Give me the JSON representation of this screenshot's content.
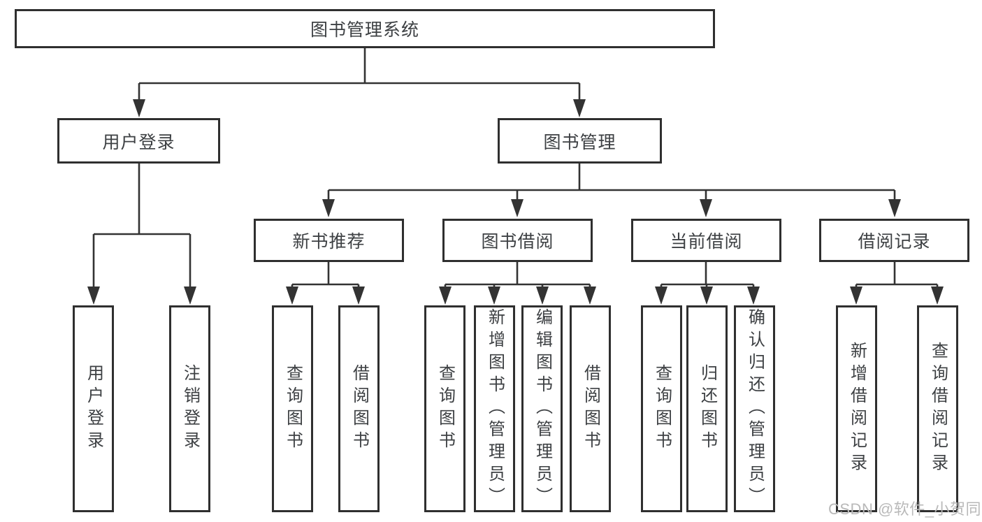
{
  "diagram": {
    "root": {
      "label": "图书管理系统"
    },
    "level2": [
      {
        "label": "用户登录"
      },
      {
        "label": "图书管理"
      }
    ],
    "level3": [
      {
        "label": "新书推荐"
      },
      {
        "label": "图书借阅"
      },
      {
        "label": "当前借阅"
      },
      {
        "label": "借阅记录"
      }
    ],
    "leaves": [
      {
        "label": "用户登录"
      },
      {
        "label": "注销登录"
      },
      {
        "label": "查询图书"
      },
      {
        "label": "借阅图书"
      },
      {
        "label": "查询图书"
      },
      {
        "label": "新增图书（管理员）"
      },
      {
        "label": "编辑图书（管理员）"
      },
      {
        "label": "借阅图书"
      },
      {
        "label": "查询图书"
      },
      {
        "label": "归还图书"
      },
      {
        "label": "确认归还（管理员）"
      },
      {
        "label": "新增借阅记录"
      },
      {
        "label": "查询借阅记录"
      }
    ]
  },
  "watermark": {
    "text": "CSDN @软件_小贺同学"
  },
  "colors": {
    "line": "#333333",
    "box_border": "#2f2f2f",
    "text": "#3d4043",
    "watermark": "#b9b9b9",
    "background": "#ffffff"
  }
}
